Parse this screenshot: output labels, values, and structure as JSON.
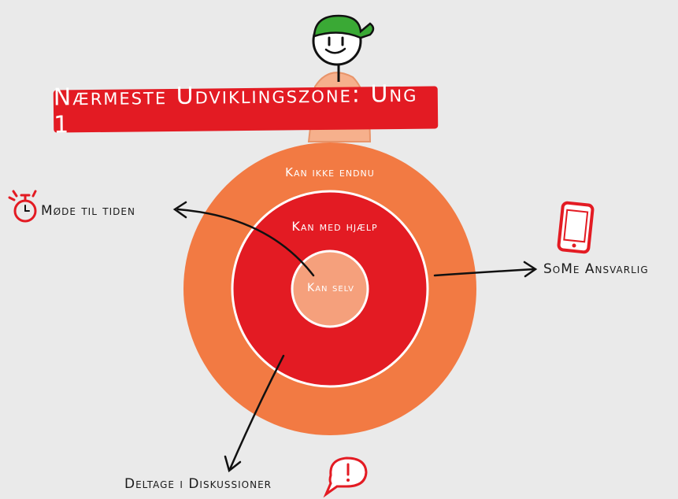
{
  "title": "Nærmeste Udviklingszone: Ung 1",
  "zones": {
    "outer": "Kan ikke endnu",
    "middle": "Kan med hjælp",
    "inner": "Kan selv"
  },
  "labels": {
    "timeliness": "Møde til tiden",
    "social_media": "SoMe Ansvarlig",
    "discussions": "Deltage i Diskussioner"
  },
  "colors": {
    "background": "#eaeaea",
    "outer_zone": "#f27a43",
    "middle_zone": "#e31b23",
    "inner_zone": "#f5a07c",
    "banner": "#e31b23",
    "cap": "#3aa935"
  },
  "icons": [
    "stick-figure-icon",
    "stopwatch-icon",
    "smartphone-icon",
    "speech-bubble-icon"
  ]
}
